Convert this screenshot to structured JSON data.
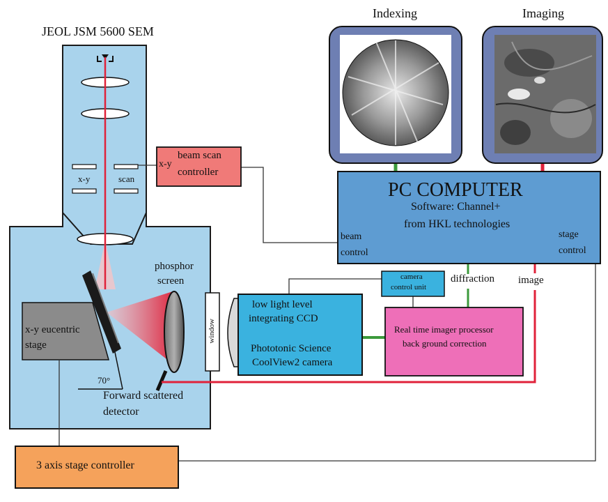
{
  "title": "JEOL JSM 5600 SEM",
  "monitors": {
    "indexing": "Indexing",
    "imaging": "Imaging"
  },
  "beam_scan": {
    "xy": "x-y",
    "line1": "beam scan",
    "line2": "controller"
  },
  "column": {
    "xy": "x-y",
    "scan": "scan"
  },
  "pc": {
    "title": "PC COMPUTER",
    "software": "Software: Channel+",
    "vendor": "from HKL technologies",
    "beam1": "beam",
    "beam2": "control",
    "stage1": "stage",
    "stage2": "control"
  },
  "camera_control": {
    "line1": "camera",
    "line2": "control unit"
  },
  "signals": {
    "diffraction": "diffraction",
    "image": "image"
  },
  "phosphor": {
    "line1": "phosphor",
    "line2": "screen"
  },
  "window": "window",
  "ccd": {
    "line1": "low light level",
    "line2": "integrating CCD",
    "line3": "Phototonic Science",
    "line4": "CoolView2  camera"
  },
  "processor": {
    "line1": "Real time imager processor",
    "line2": "back ground correction"
  },
  "stage_block": {
    "line1": "x-y eucentric",
    "line2": "stage"
  },
  "tilt": "70°",
  "fsd": {
    "line1": "Forward scattered",
    "line2": "detector"
  },
  "stage_controller": "3 axis stage controller",
  "colors": {
    "chamber": "#a9d3ec",
    "pc": "#5e9cd2",
    "ccd": "#3ab2df",
    "beam_scan": "#f07a78",
    "processor": "#ee6fb8",
    "stage_ctrl": "#f5a25b",
    "beam": "#e0223a",
    "green_wire": "#3c9a3c"
  }
}
